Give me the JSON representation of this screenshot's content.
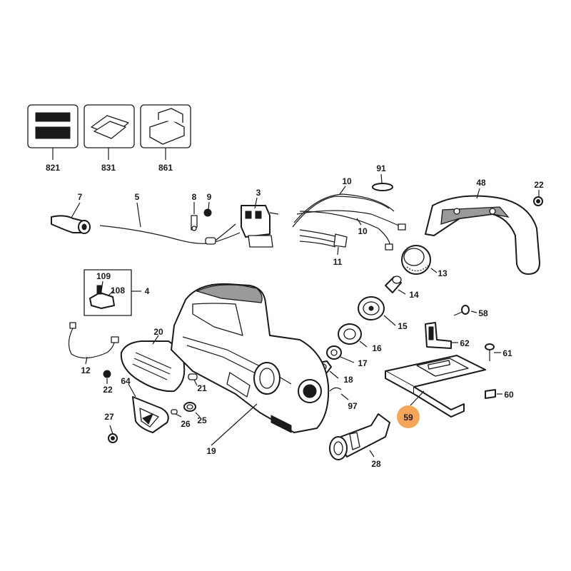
{
  "diagram": {
    "highlight_color": "#f6a55a",
    "line_color": "#1a1a1a",
    "highlighted_part": "59",
    "labels": {
      "p821": "821",
      "p831": "831",
      "p861": "861",
      "p91": "91",
      "p7": "7",
      "p5": "5",
      "p8": "8",
      "p9": "9",
      "p3": "3",
      "p10a": "10",
      "p10b": "10",
      "p11": "11",
      "p48": "48",
      "p22a": "22",
      "p13": "13",
      "p14": "14",
      "p15": "15",
      "p16": "16",
      "p17": "17",
      "p18": "18",
      "p97": "97",
      "p58": "58",
      "p62": "62",
      "p61": "61",
      "p60": "60",
      "p59": "59",
      "p28": "28",
      "p109": "109",
      "p108": "108",
      "p4": "4",
      "p12": "12",
      "p20": "20",
      "p22b": "22",
      "p21": "21",
      "p64": "64",
      "p27": "27",
      "p26": "26",
      "p25": "25",
      "p19": "19"
    }
  }
}
